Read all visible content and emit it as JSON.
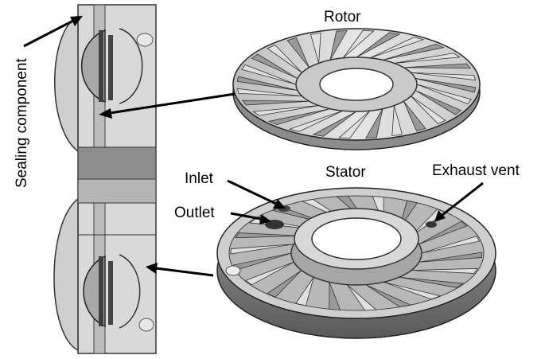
{
  "labels": {
    "sealing_component": "Sealing component",
    "rotor": "Rotor",
    "stator": "Stator",
    "inlet": "Inlet",
    "outlet": "Outlet",
    "exhaust_vent": "Exhaust vent"
  },
  "colors": {
    "metal_light": "#d6d6d6",
    "metal_mid": "#a9a9a9",
    "metal_dark": "#555555",
    "outline": "#2a2a2a"
  }
}
